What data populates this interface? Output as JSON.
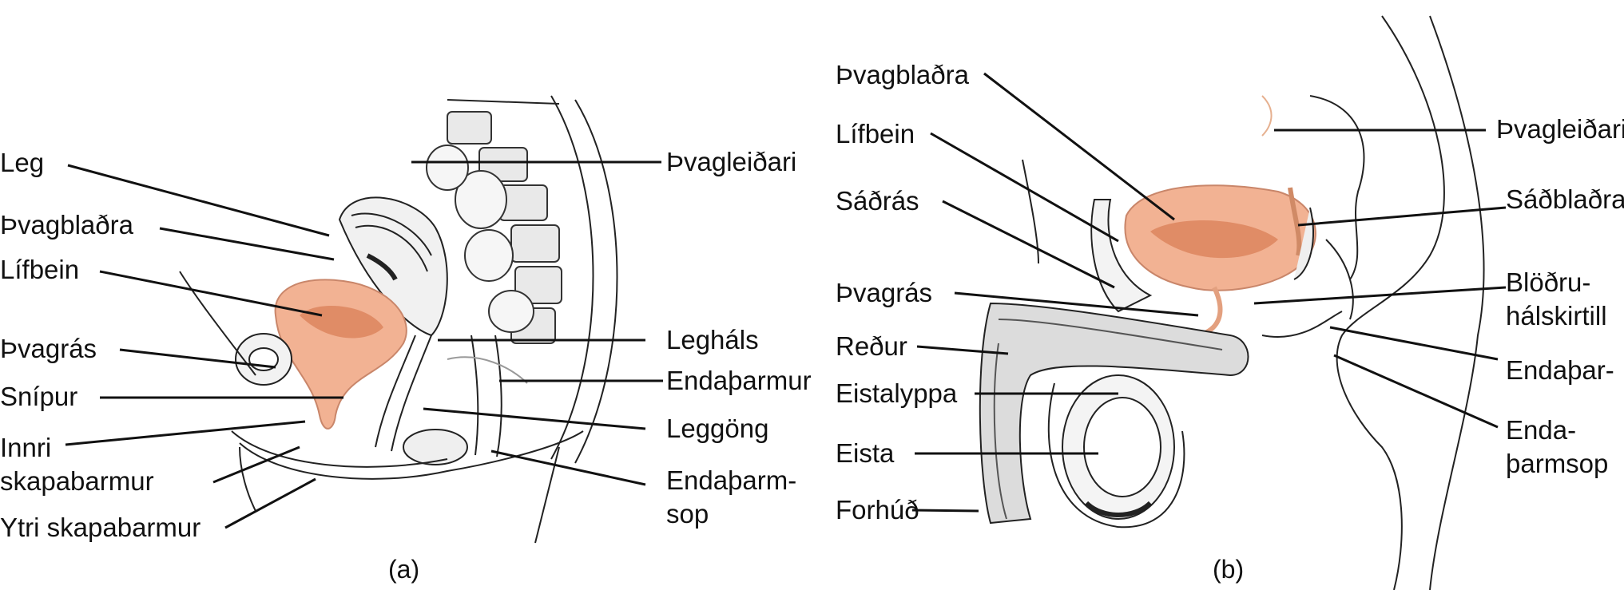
{
  "panel_a": {
    "caption": "(a)",
    "labels": {
      "leg": "Leg",
      "thvagbladra": "Þvagblaðra",
      "lifbein": "Lífbein",
      "thvagras": "Þvagrás",
      "snipur": "Snípur",
      "innri_1": "Innri",
      "innri_2": "skapabarmur",
      "ytri": "Ytri skapabarmur",
      "thvagleidari": "Þvagleiðari",
      "leghals": "Legháls",
      "endatharmur": "Endaþarmur",
      "leggong": "Leggöng",
      "endatharmsop_1": "Endaþarm-",
      "endatharmsop_2": "sop"
    }
  },
  "panel_b": {
    "caption": "(b)",
    "labels": {
      "thvagbladra": "Þvagblaðra",
      "lifbein": "Lífbein",
      "sadras": "Sáðrás",
      "thvagras": "Þvagrás",
      "redur": "Reður",
      "eistalyppa": "Eistalyppa",
      "eista": "Eista",
      "forhud": "Forhúð",
      "thvagleidari": "Þvagleiðari",
      "sadbladra": "Sáðblaðra",
      "bloduhals_1": "Blöðru-",
      "bloduhals_2": "hálskirtill",
      "endathar_1": "Endaþar-",
      "endathar_2": "",
      "endathar_sop_1": "Enda-",
      "endathar_sop_2": "þarmsop"
    }
  },
  "colors": {
    "bladder": "#f2b293",
    "bladder_inner": "#e08c66",
    "line": "#111111"
  }
}
